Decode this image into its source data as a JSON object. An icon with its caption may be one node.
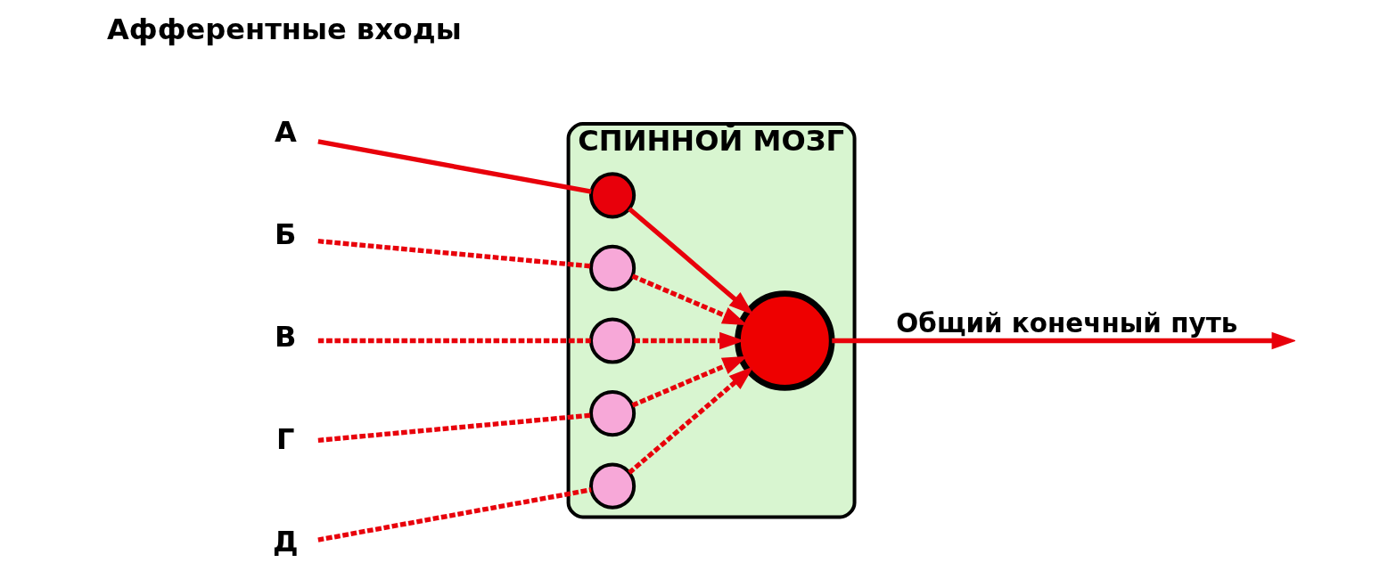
{
  "diagram": {
    "nodes": [
      {
        "text": [
          "СПИННОЙ МОЗГ"
        ]
      },
      {
        "text": [
          "А"
        ]
      },
      {
        "text": [
          "Б"
        ]
      },
      {
        "text": [
          "В"
        ]
      },
      {
        "text": [
          "Г"
        ]
      },
      {
        "text": [
          "Д"
        ]
      },
      {
        "text": [],
        "shape": "circle",
        "in": 0
      },
      {
        "text": [],
        "shape": "circle",
        "in": 0
      },
      {
        "text": [],
        "shape": "circle",
        "in": 0
      },
      {
        "text": [],
        "shape": "circle",
        "in": 0
      },
      {
        "text": [],
        "shape": "circle",
        "in": 0
      },
      {
        "text": [],
        "shape": "circle",
        "in": 0
      }
    ],
    "edges": [
      {
        "from": 1,
        "to": 6,
        "arrow": "none"
      },
      {
        "from": 2,
        "to": 7,
        "arrow": "none",
        "style": "dashed"
      },
      {
        "from": 3,
        "to": 8,
        "arrow": "none",
        "style": "dashed"
      },
      {
        "from": 4,
        "to": 9,
        "arrow": "none",
        "style": "dashed"
      },
      {
        "from": 5,
        "to": 10,
        "arrow": "none",
        "style": "dashed"
      },
      {
        "from": 6,
        "to": 11,
        "arrow": "to"
      },
      {
        "from": 7,
        "to": 11,
        "arrow": "to",
        "style": "dashed"
      },
      {
        "from": 8,
        "to": 11,
        "arrow": "to",
        "style": "dashed"
      },
      {
        "from": 9,
        "to": 11,
        "arrow": "to",
        "style": "dashed"
      },
      {
        "from": 10,
        "to": 11,
        "arrow": "to",
        "style": "dashed"
      },
      {
        "from": 11,
        "to": null,
        "arrow": "to",
        "label": "Общий конечный путь"
      }
    ],
    "labels": [
      "Афферентные входы"
    ]
  }
}
